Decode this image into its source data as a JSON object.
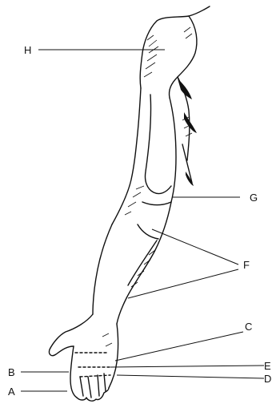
{
  "labels": {
    "H": "H",
    "G": "G",
    "F": "F",
    "C": "C",
    "E": "E",
    "D": "D",
    "B": "B",
    "A": "A"
  },
  "colors": {
    "ink": "#111111",
    "background": "#ffffff"
  }
}
